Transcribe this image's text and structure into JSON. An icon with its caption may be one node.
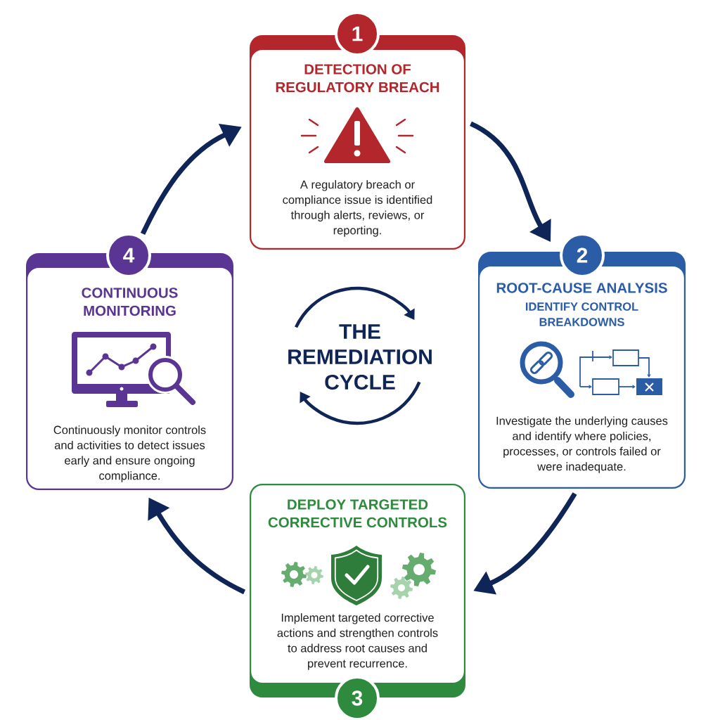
{
  "diagram": {
    "title": "THE REMEDIATION CYCLE",
    "nodes": [
      {
        "text": [
          "1",
          "DETECTION OF REGULATORY BREACH",
          "A regulatory breach or compliance issue is identified through alerts, reviews, or reporting."
        ]
      },
      {
        "text": [
          "2",
          "ROOT-CAUSE ANALYSIS",
          "IDENTIFY CONTROL BREAKDOWNS",
          "Investigate the underlying causes and identify where policies, processes, or controls failed or were inadequate."
        ]
      },
      {
        "text": [
          "DEPLOY TARGETED CORRECTIVE CONTROLS",
          "Implement targeted corrective actions and strengthen controls to address root causes and prevent recurrence.",
          "3"
        ]
      },
      {
        "text": [
          "4",
          "CONTINUOUS MONITORING",
          "Continuously monitor controls and activities to detect issues early and ensure ongoing compliance."
        ]
      }
    ],
    "edges": [
      {
        "from": 0,
        "to": 1,
        "arrow": "to"
      },
      {
        "from": 1,
        "to": 2,
        "arrow": "to"
      },
      {
        "from": 2,
        "to": 3,
        "arrow": "to"
      },
      {
        "from": 3,
        "to": 0,
        "arrow": "to"
      }
    ]
  }
}
